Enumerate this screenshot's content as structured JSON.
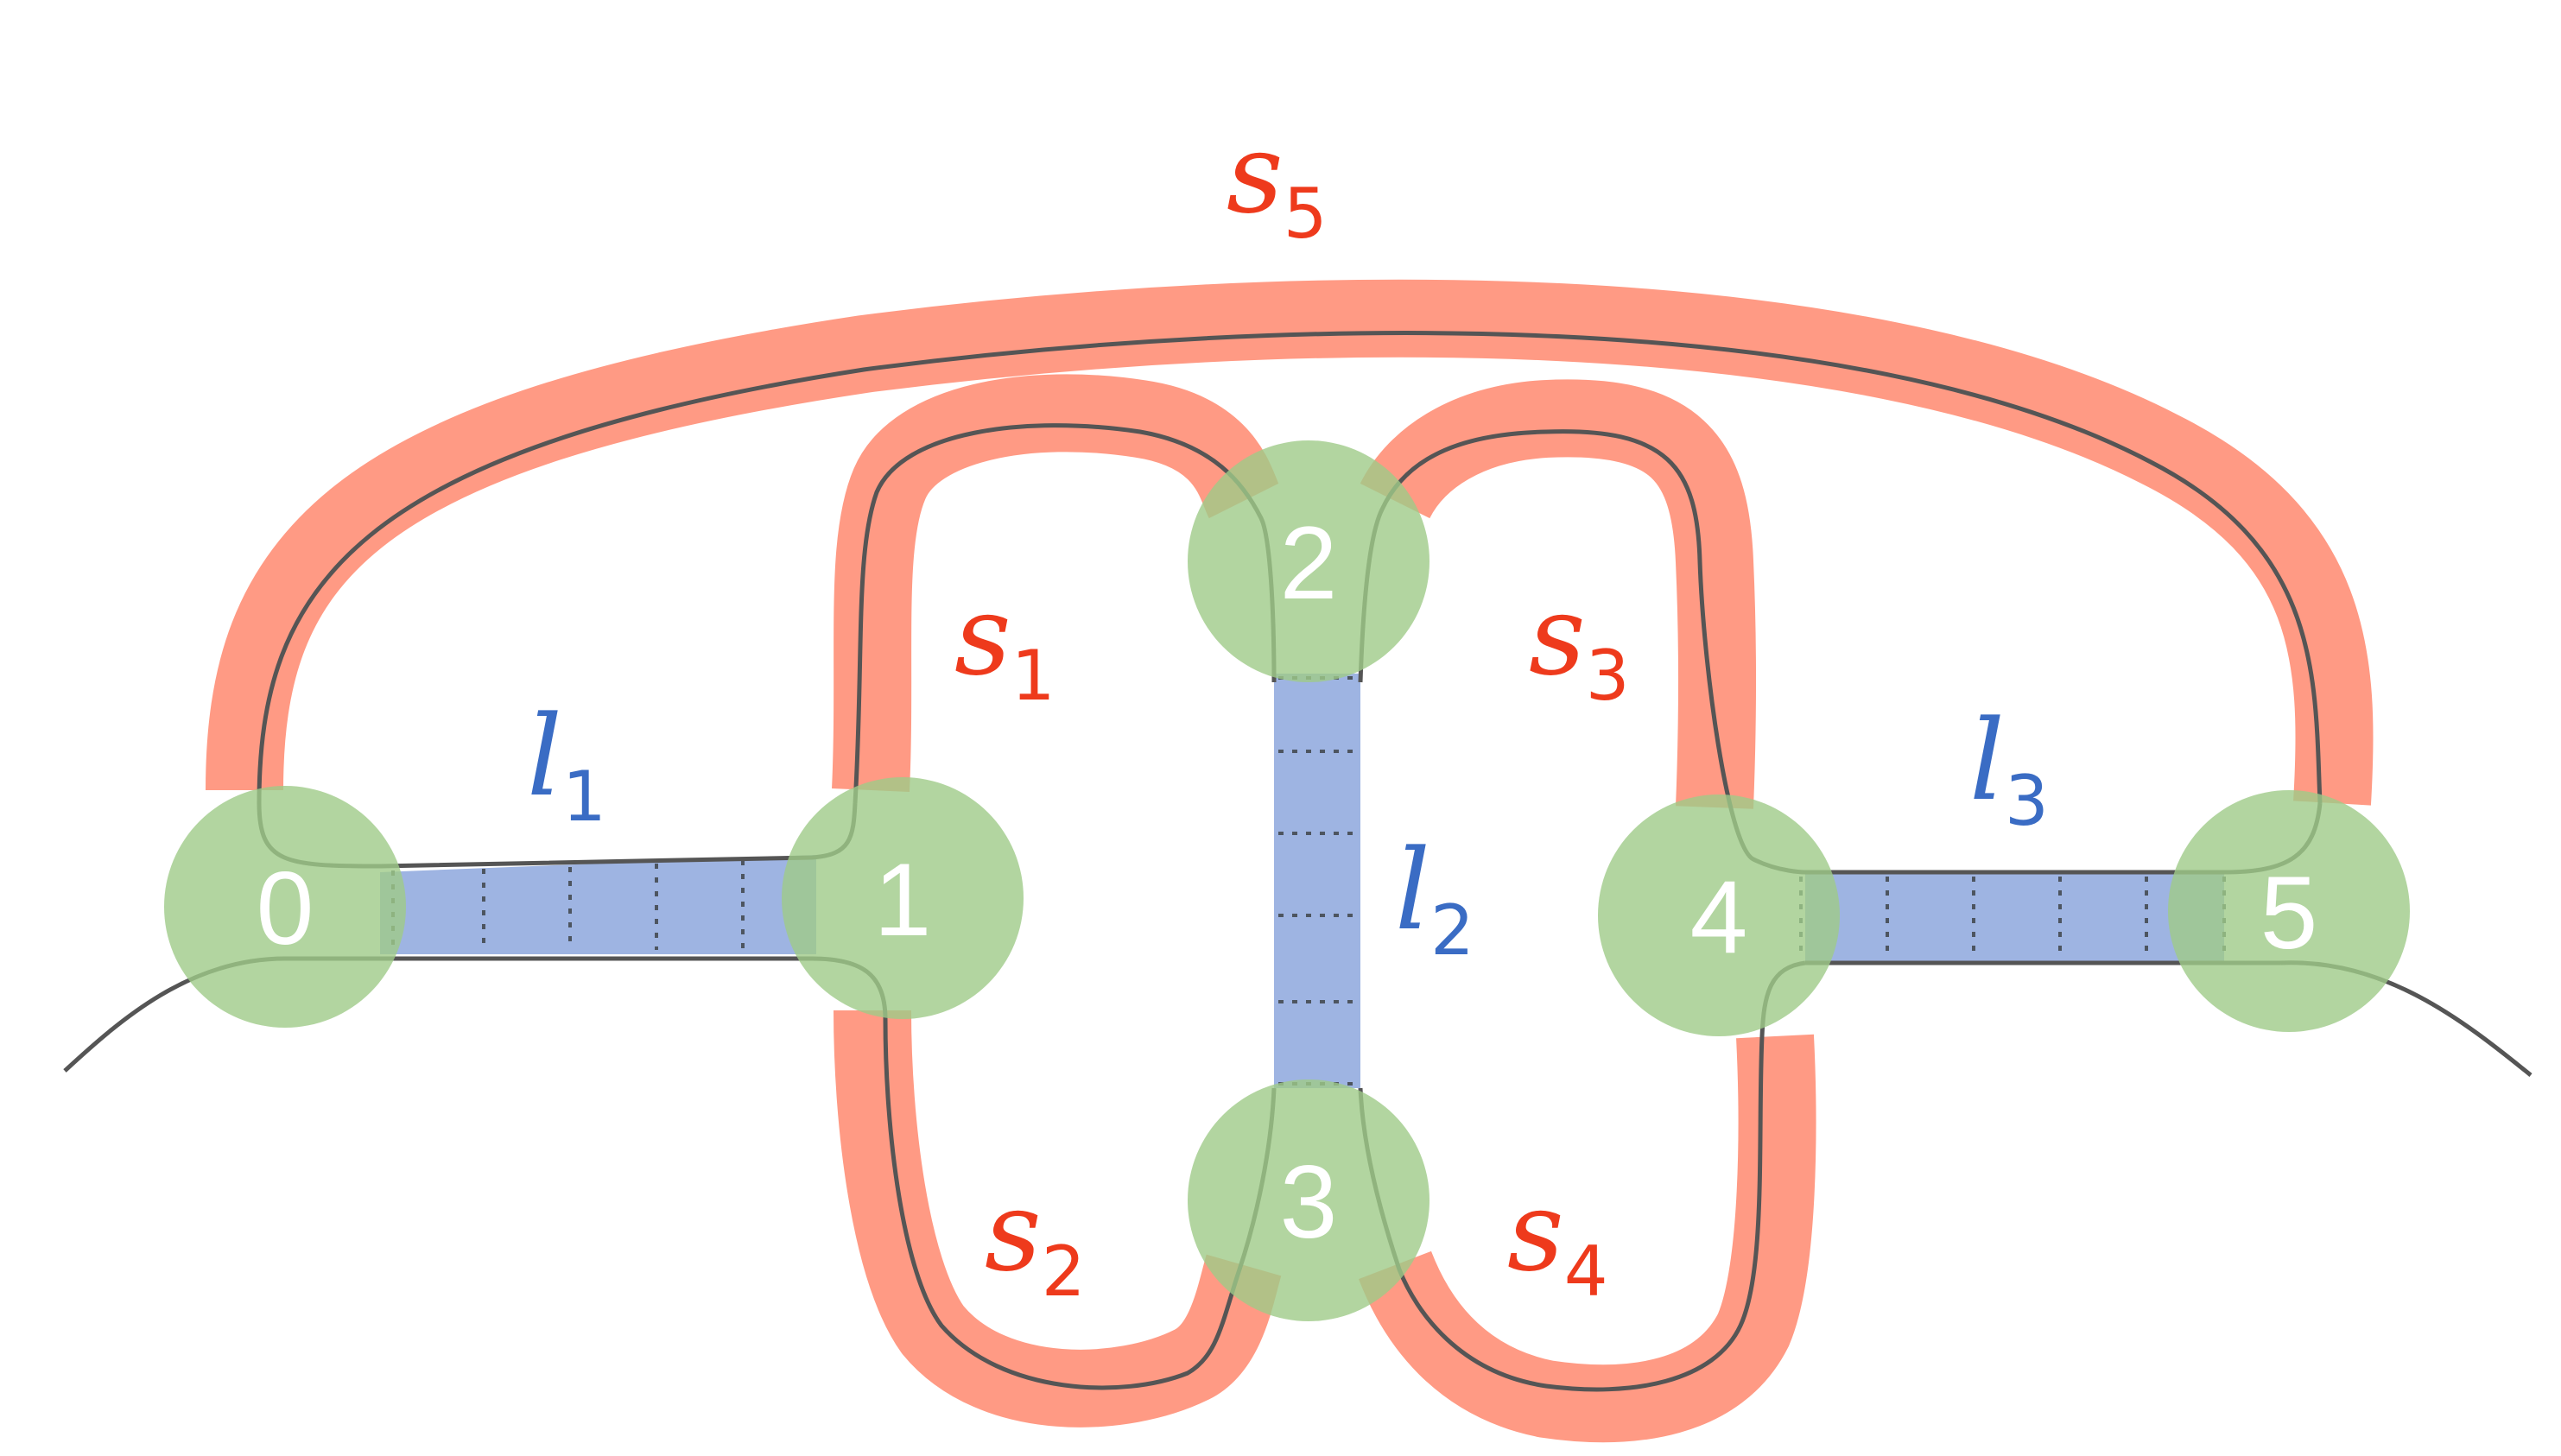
{
  "colors": {
    "strand": "#FF9A84",
    "strand_label": "#EE3A1C",
    "link": "#9EB4E2",
    "link_label": "#3A6CC4",
    "node": "#9FCB88",
    "node_label": "#FFFFFF",
    "curve": "#555555",
    "dots": "#4D5560"
  },
  "nodes": [
    {
      "id": "node-0",
      "label": "0"
    },
    {
      "id": "node-1",
      "label": "1"
    },
    {
      "id": "node-2",
      "label": "2"
    },
    {
      "id": "node-3",
      "label": "3"
    },
    {
      "id": "node-4",
      "label": "4"
    },
    {
      "id": "node-5",
      "label": "5"
    }
  ],
  "strands": [
    {
      "id": "s1",
      "base": "s",
      "sub": "1"
    },
    {
      "id": "s2",
      "base": "s",
      "sub": "2"
    },
    {
      "id": "s3",
      "base": "s",
      "sub": "3"
    },
    {
      "id": "s4",
      "base": "s",
      "sub": "4"
    },
    {
      "id": "s5",
      "base": "s",
      "sub": "5"
    }
  ],
  "links": [
    {
      "id": "l1",
      "base": "l",
      "sub": "1"
    },
    {
      "id": "l2",
      "base": "l",
      "sub": "2"
    },
    {
      "id": "l3",
      "base": "l",
      "sub": "3"
    }
  ]
}
